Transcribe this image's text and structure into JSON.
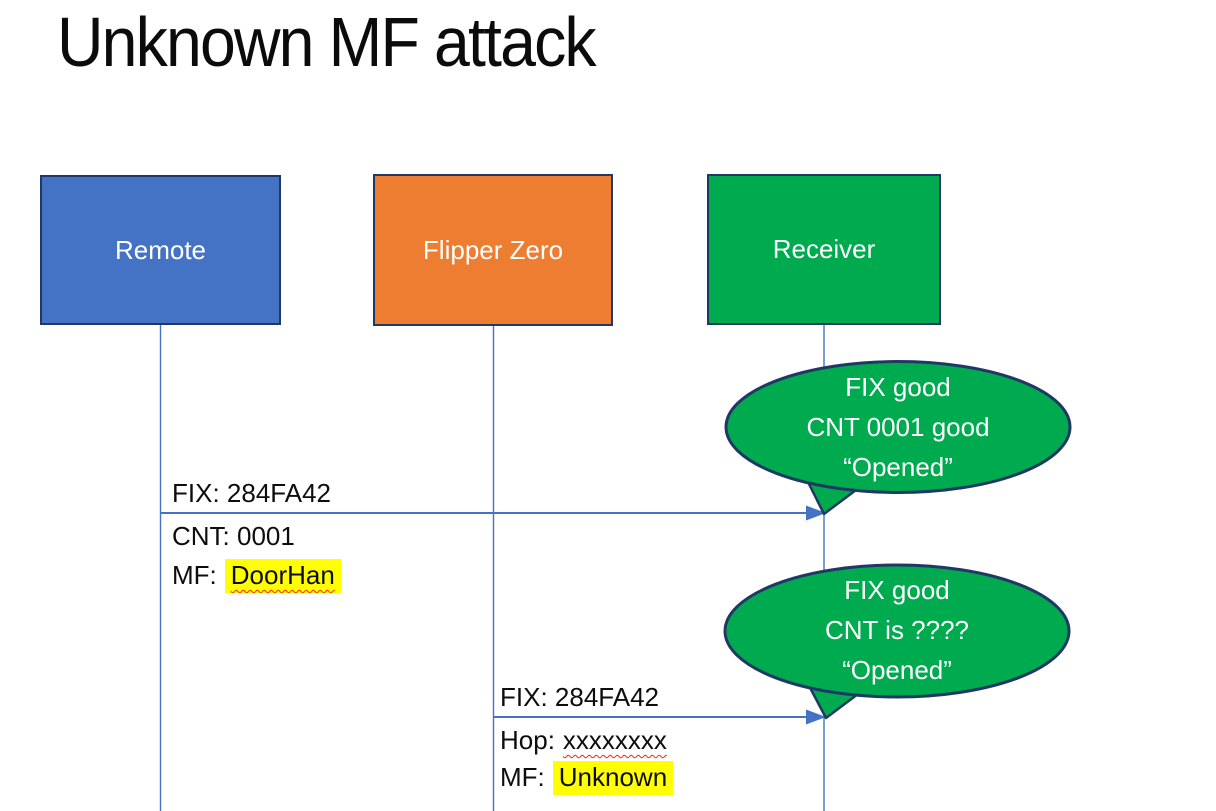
{
  "title": "Unknown MF attack",
  "actors": [
    {
      "label": "Remote",
      "fill": "#4472C4"
    },
    {
      "label": "Flipper Zero",
      "fill": "#ED7D31"
    },
    {
      "label": "Receiver",
      "fill": "#00AB50"
    }
  ],
  "messages": [
    {
      "from": "Remote",
      "to": "Receiver",
      "line1": "FIX: 284FA42",
      "line2": "CNT: 0001",
      "line3_prefix": "MF:",
      "line3_value": "DoorHan"
    },
    {
      "from": "Flipper Zero",
      "to": "Receiver",
      "line1": "FIX: 284FA42",
      "line2_prefix": "Hop:",
      "line2_value": "xxxxxxxx",
      "line3_prefix": "MF:",
      "line3_value": "Unknown"
    }
  ],
  "bubbles": [
    {
      "line1": "FIX good",
      "line2": "CNT 0001 good",
      "line3": "“Opened”"
    },
    {
      "line1": "FIX good",
      "line2": "CNT is ????",
      "line3": "“Opened”"
    }
  ],
  "colors": {
    "actor_remote": "#4472C4",
    "actor_flipper": "#ED7D31",
    "actor_receiver": "#00AB50",
    "box_border": "#1F3864",
    "lifeline": "#4472C4",
    "arrow": "#4472C4",
    "bubble_fill": "#00AB50",
    "bubble_border": "#1F3864",
    "highlight": "#FFFF00",
    "squiggle": "#FF2400",
    "text": "#0d0d0d",
    "actor_text": "#ffffff"
  }
}
